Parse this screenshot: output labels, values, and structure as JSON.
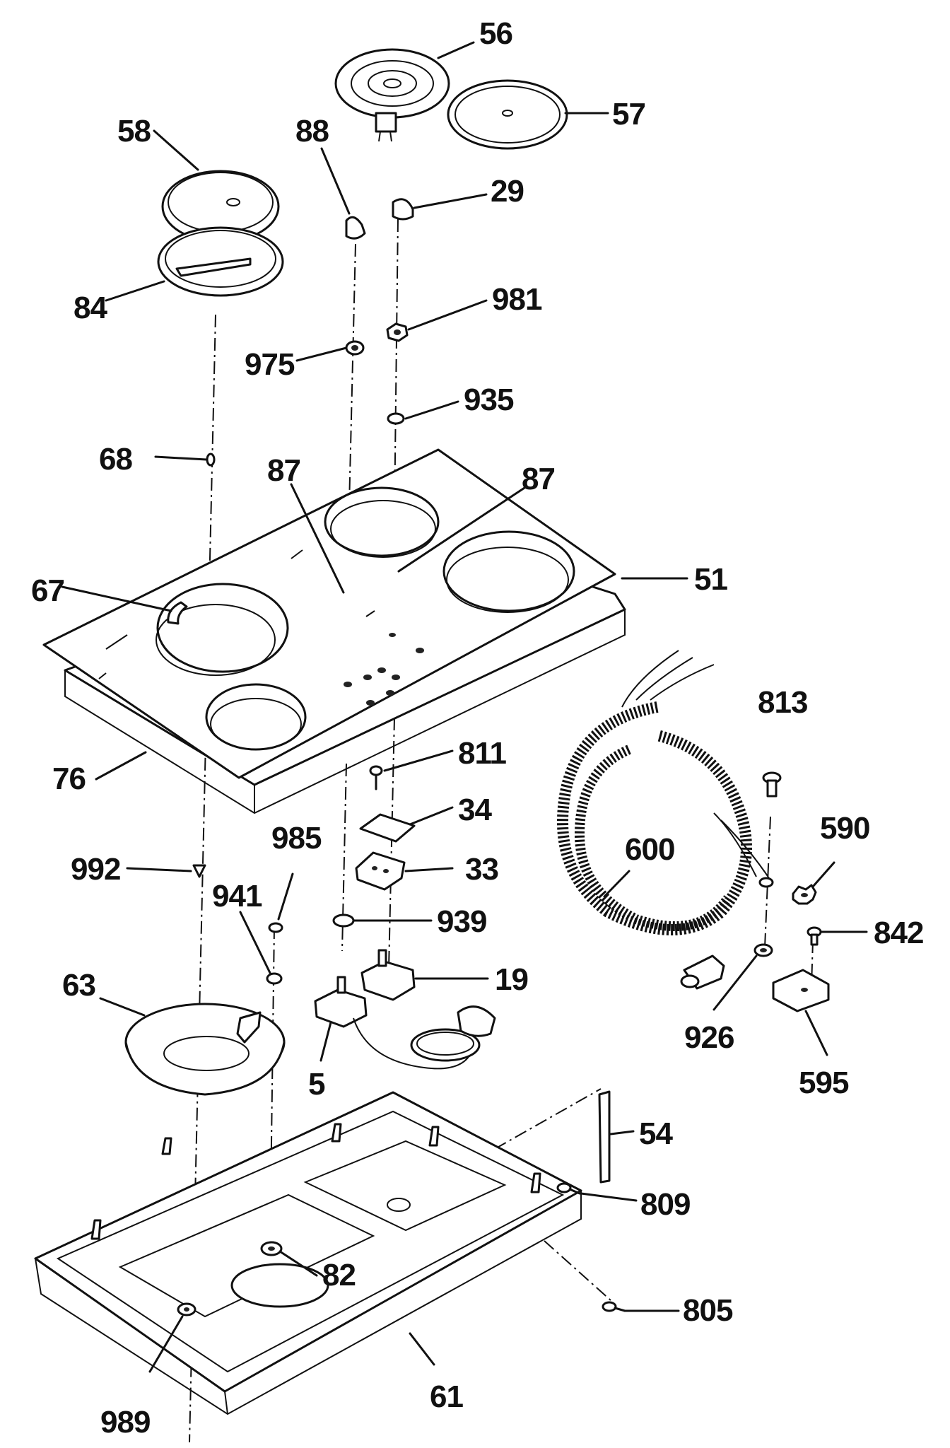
{
  "diagram": {
    "callouts": {
      "p56": "56",
      "p57": "57",
      "p58": "58",
      "p88": "88",
      "p29": "29",
      "p84": "84",
      "p981": "981",
      "p975": "975",
      "p935": "935",
      "p68": "68",
      "p87a": "87",
      "p87b": "87",
      "p67": "67",
      "p51": "51",
      "p813": "813",
      "p811": "811",
      "p76": "76",
      "p34": "34",
      "p985": "985",
      "p590": "590",
      "p600": "600",
      "p33": "33",
      "p992": "992",
      "p941": "941",
      "p939": "939",
      "p842": "842",
      "p63": "63",
      "p19": "19",
      "p926": "926",
      "p5": "5",
      "p595": "595",
      "p54": "54",
      "p809": "809",
      "p82": "82",
      "p805": "805",
      "p989": "989",
      "p61": "61"
    }
  }
}
